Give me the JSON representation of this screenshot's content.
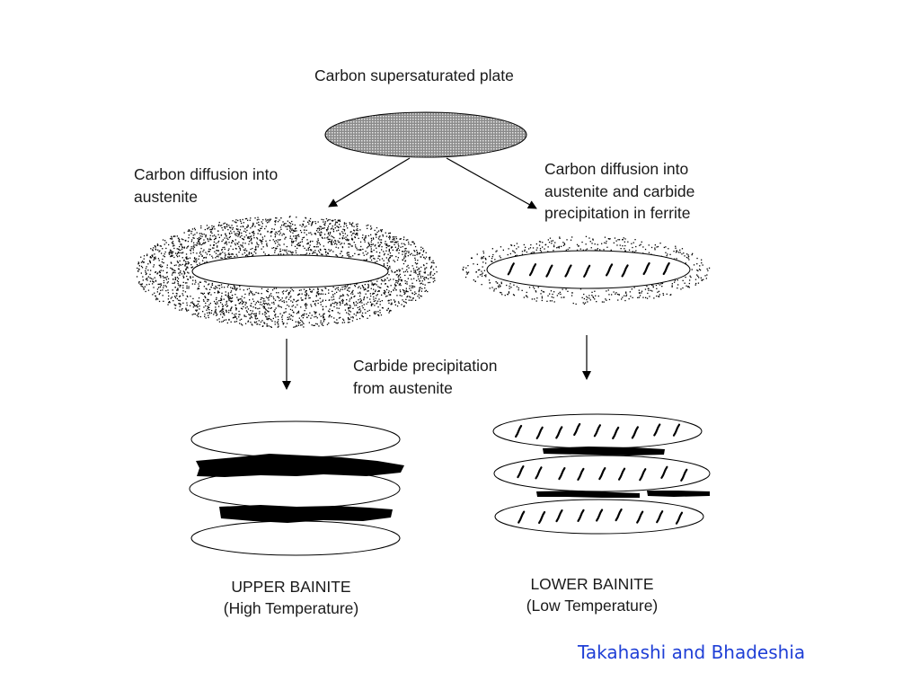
{
  "labels": {
    "top_title": "Carbon supersaturated plate",
    "left_branch": [
      "Carbon diffusion into",
      "austenite"
    ],
    "right_branch": [
      "Carbon diffusion into",
      "austenite and carbide",
      "precipitation in ferrite"
    ],
    "middle_note": [
      "Carbide precipitation",
      "from austenite"
    ]
  },
  "captions": {
    "upper": {
      "name": "UPPER BAINITE",
      "temp": "(High Temperature)"
    },
    "lower": {
      "name": "LOWER BAINITE",
      "temp": "(Low Temperature)"
    }
  },
  "credit": "Takahashi and Bhadeshia",
  "colors": {
    "credit": "#1f3fd6",
    "ink": "#000000"
  }
}
